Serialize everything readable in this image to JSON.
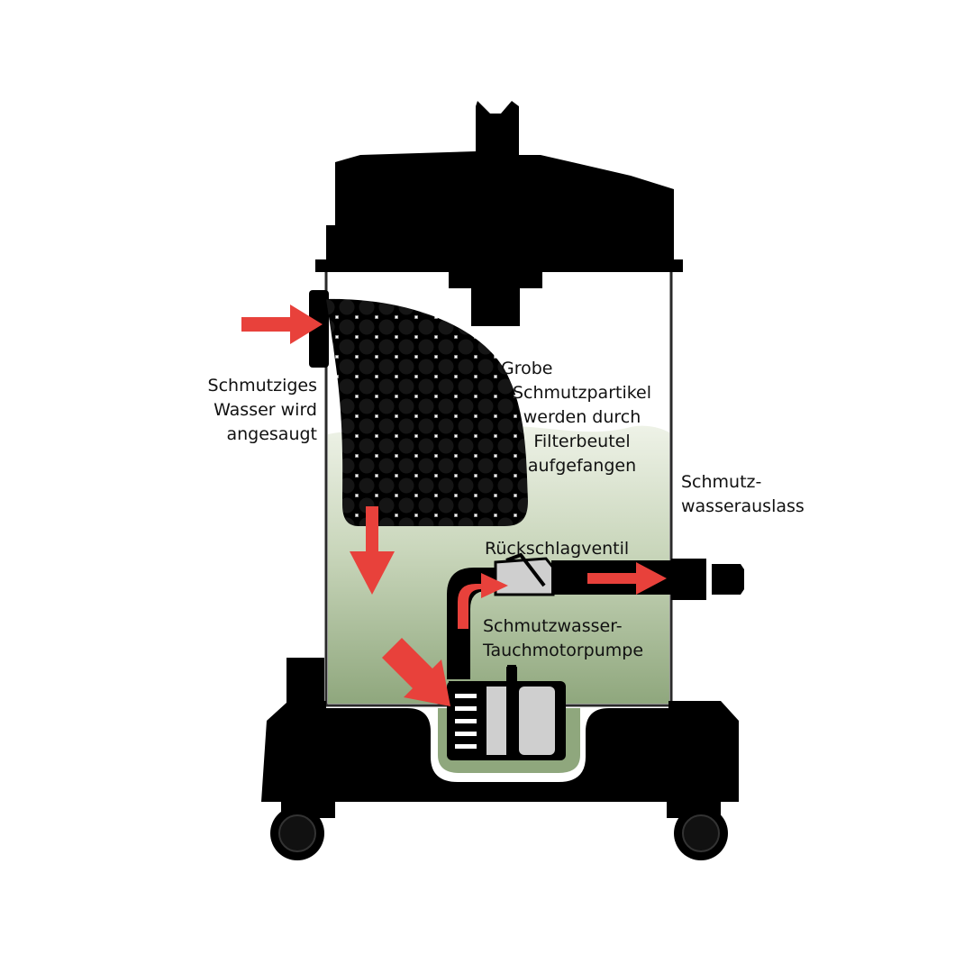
{
  "colors": {
    "body": "#000000",
    "tank_glass": "#ffffff",
    "tank_outline": "#2a2a2a",
    "water_top": "#eef2e7",
    "water_bottom": "#8fa77d",
    "filter_dots": "#ffffff",
    "pump_grey": "#cfcfcf",
    "arrow": "#e8413b"
  },
  "labels": {
    "inlet": [
      "Schmutziges",
      "Wasser wird",
      "angesaugt"
    ],
    "filter": [
      "Grobe",
      "Schmutzpartikel",
      "werden durch",
      "Filterbeutel",
      "aufgefangen"
    ],
    "outlet": [
      "Schmutz-",
      "wasserauslass"
    ],
    "valve": "Rückschlagventil",
    "pump": [
      "Schmutzwasser-",
      "Tauchmotorpumpe"
    ]
  }
}
